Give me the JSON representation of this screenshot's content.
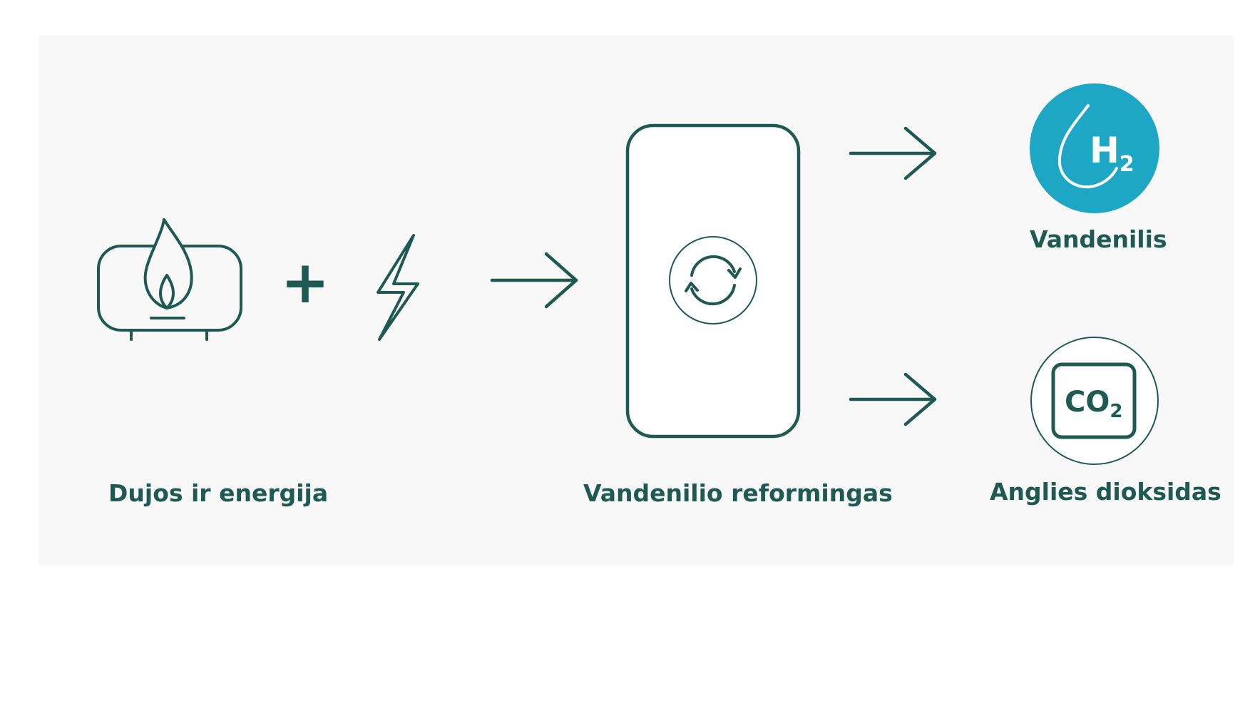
{
  "colors": {
    "primary": "#1e5a52",
    "accent": "#1ea7c5",
    "panel": "#f8f8f8",
    "white": "#ffffff"
  },
  "inputs": {
    "label": "Dujos ir energija",
    "gas_icon": "gas-tank-flame-icon",
    "plus": "+",
    "energy_icon": "lightning-bolt-icon"
  },
  "process": {
    "label": "Vandenilio reformingas",
    "cycle_icon": "refresh-cycle-icon"
  },
  "outputs": {
    "hydrogen": {
      "label": "Vandenilis",
      "symbol": "H",
      "subscript": "2",
      "icon": "water-drop-icon"
    },
    "carbon_dioxide": {
      "label": "Anglies dioksidas",
      "symbol": "CO",
      "subscript": "2"
    }
  }
}
